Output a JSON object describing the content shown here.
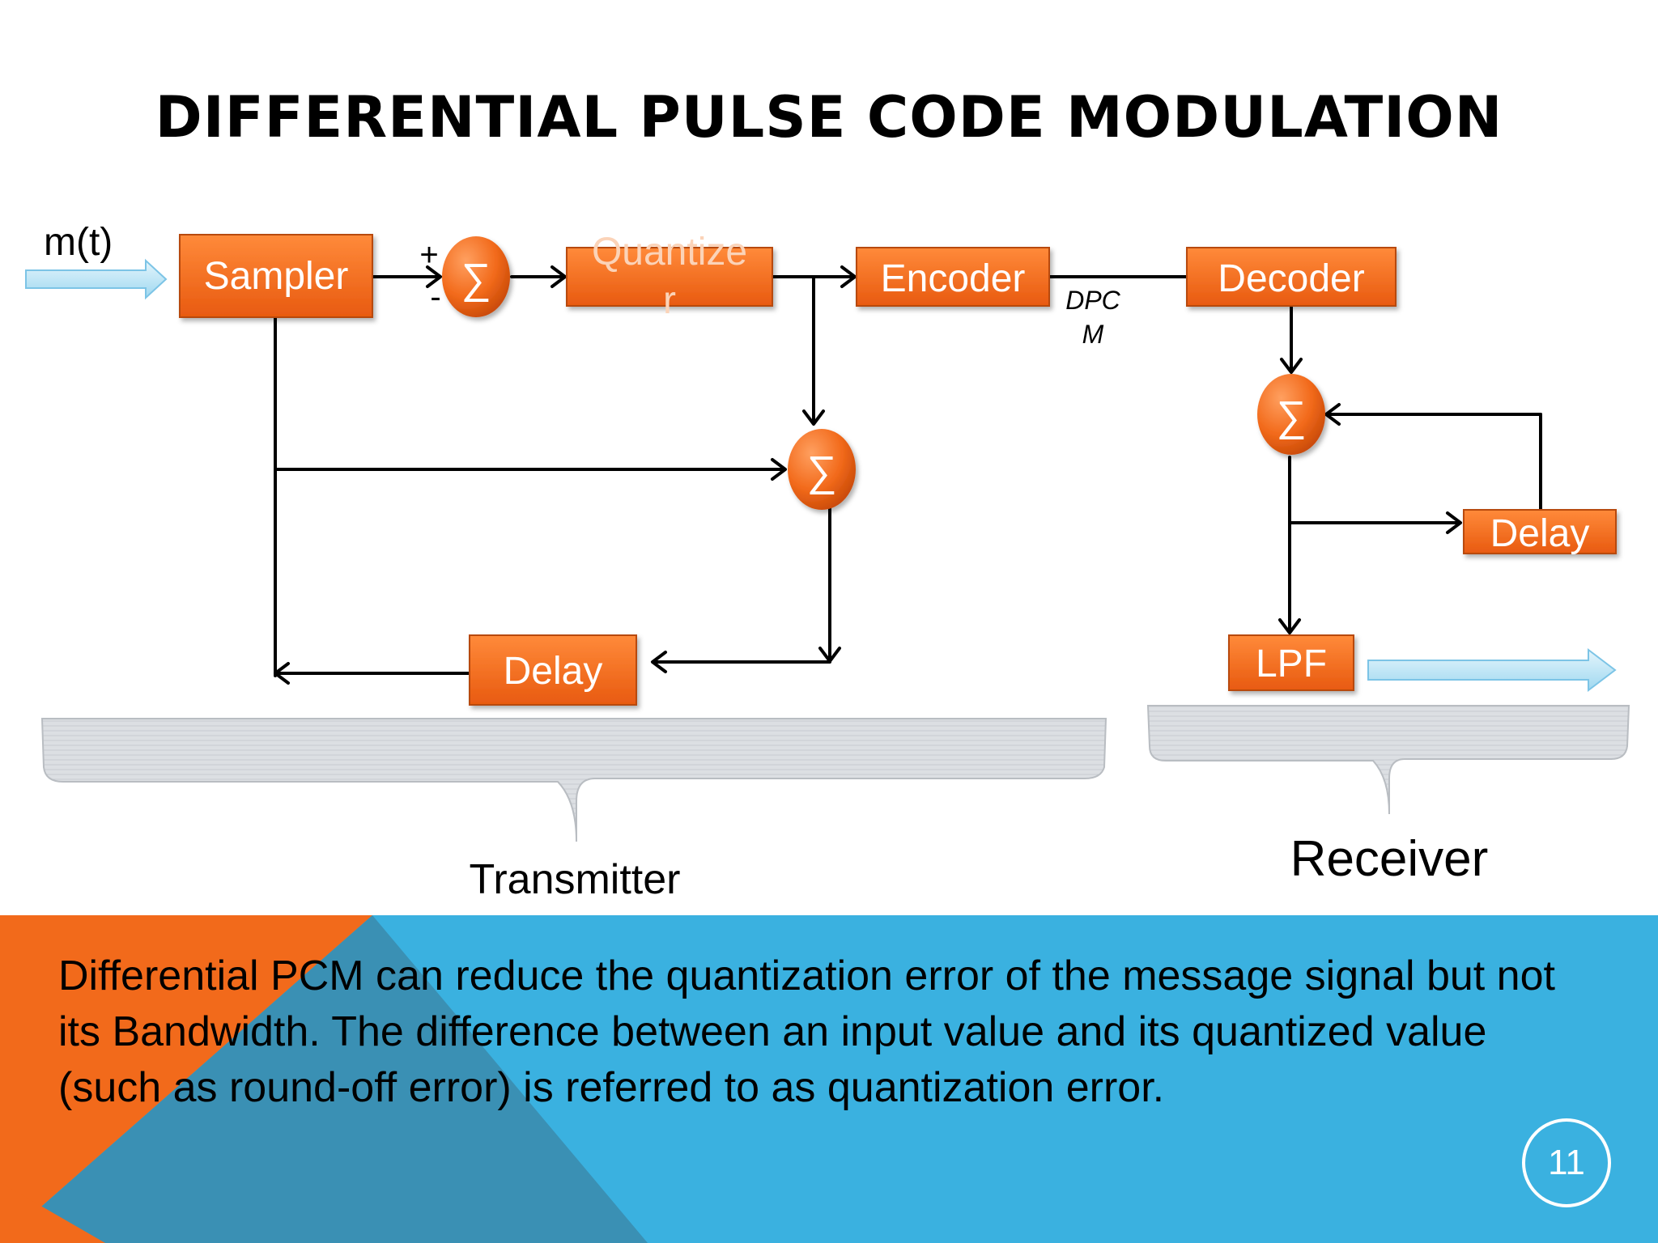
{
  "title": "DIFFERENTIAL PULSE CODE MODULATION",
  "diagram": {
    "input_label": "m(t)",
    "blocks": {
      "sampler": "Sampler",
      "quantizer_line1": "Quantize",
      "quantizer_line2": "r",
      "encoder": "Encoder",
      "decoder": "Decoder",
      "tx_delay": "Delay",
      "rx_delay": "Delay",
      "lpf": "LPF"
    },
    "summers": {
      "tx_subtract": "∑",
      "tx_add": "∑",
      "rx_add": "∑"
    },
    "signs": {
      "plus": "+",
      "minus": "-"
    },
    "channel_label_line1": "DPC",
    "channel_label_line2": "M",
    "transmitter_label": "Transmitter",
    "receiver_label": "Receiver"
  },
  "footer": {
    "text": "Differential PCM can reduce the quantization error of the message signal but not its Bandwidth. The difference between an input value and its quantized value (such as round-off error) is referred to as quantization error.",
    "page_number": "11"
  },
  "colors": {
    "block_orange": "#f26a1b",
    "footer_blue": "#3ab1e0",
    "footer_orange": "#f26a1b",
    "arrow_fill": "#bfe6f7"
  }
}
